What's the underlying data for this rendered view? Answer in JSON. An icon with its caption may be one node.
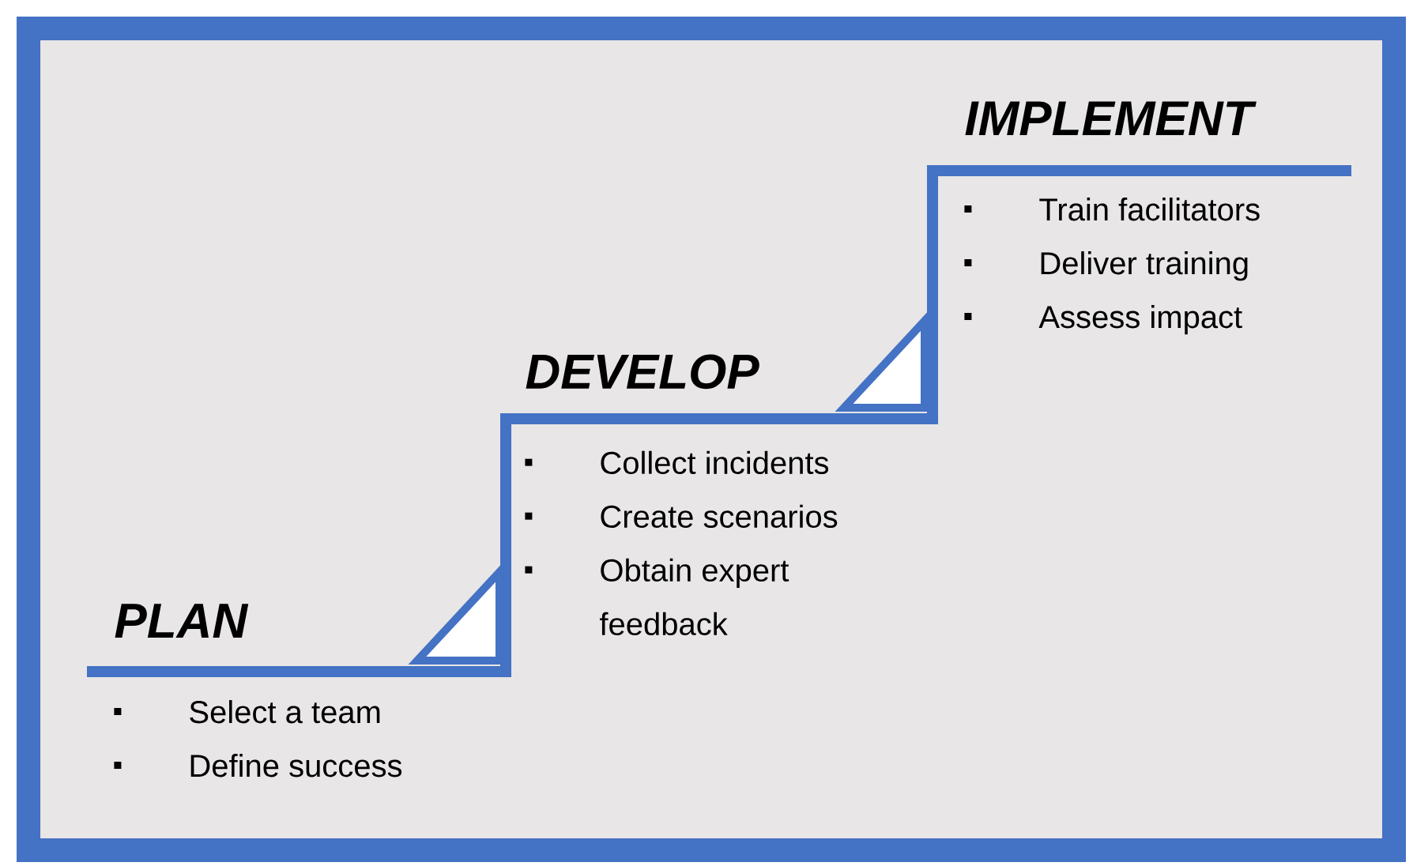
{
  "diagram": {
    "nodes": [
      {
        "text": [
          "PLAN",
          "Select a team",
          "Define success"
        ]
      },
      {
        "text": [
          "DEVELOP",
          "Collect incidents",
          "Create scenarios",
          "Obtain expert feedback"
        ]
      },
      {
        "text": [
          "IMPLEMENT",
          "Train facilitators",
          "Deliver training",
          "Assess impact"
        ]
      }
    ]
  }
}
